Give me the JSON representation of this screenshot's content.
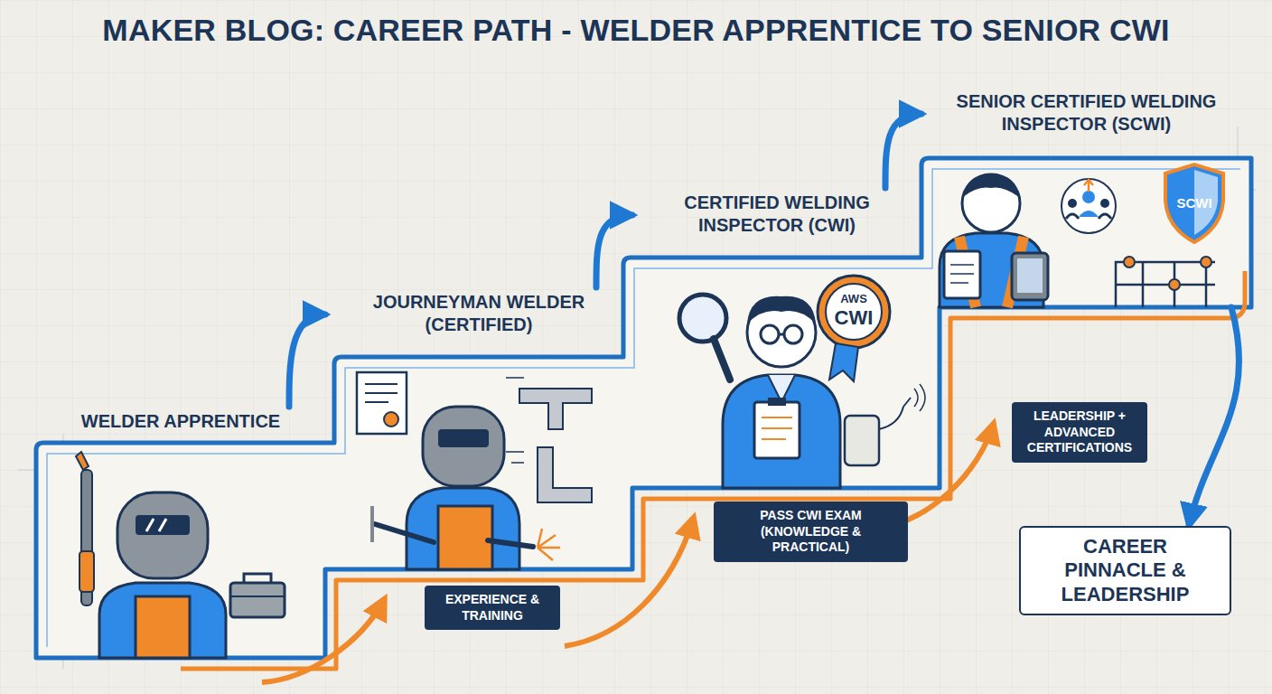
{
  "diagram": {
    "title": "MAKER BLOG: CAREER PATH - WELDER APPRENTICE TO SENIOR CWI",
    "nodes": [
      {
        "text": [
          "WELDER APPRENTICE"
        ]
      },
      {
        "text": [
          "JOURNEYMAN WELDER (CERTIFIED)"
        ]
      },
      {
        "text": [
          "EXPERIENCE & TRAINING"
        ]
      },
      {
        "text": [
          "CERTIFIED WELDING INSPECTOR (CWI)"
        ]
      },
      {
        "text": [
          "PASS CWI EXAM (KNOWLEDGE & PRACTICAL)"
        ]
      },
      {
        "text": [
          "SENIOR CERTIFIED WELDING INSPECTOR (SCWI)"
        ]
      },
      {
        "text": [
          "LEADERSHIP + ADVANCED CERTIFICATIONS"
        ]
      },
      {
        "text": [
          "CAREER PINNACLE & LEADERSHIP"
        ]
      }
    ],
    "edges": [
      {
        "from": 0,
        "to": 1,
        "arrow": "to"
      },
      {
        "from": 1,
        "to": 3,
        "arrow": "to"
      },
      {
        "from": 3,
        "to": 5,
        "arrow": "to"
      },
      {
        "from": 5,
        "to": 7,
        "arrow": "to"
      }
    ],
    "labels": [
      "AWS",
      "CWI",
      "SCWI"
    ]
  }
}
